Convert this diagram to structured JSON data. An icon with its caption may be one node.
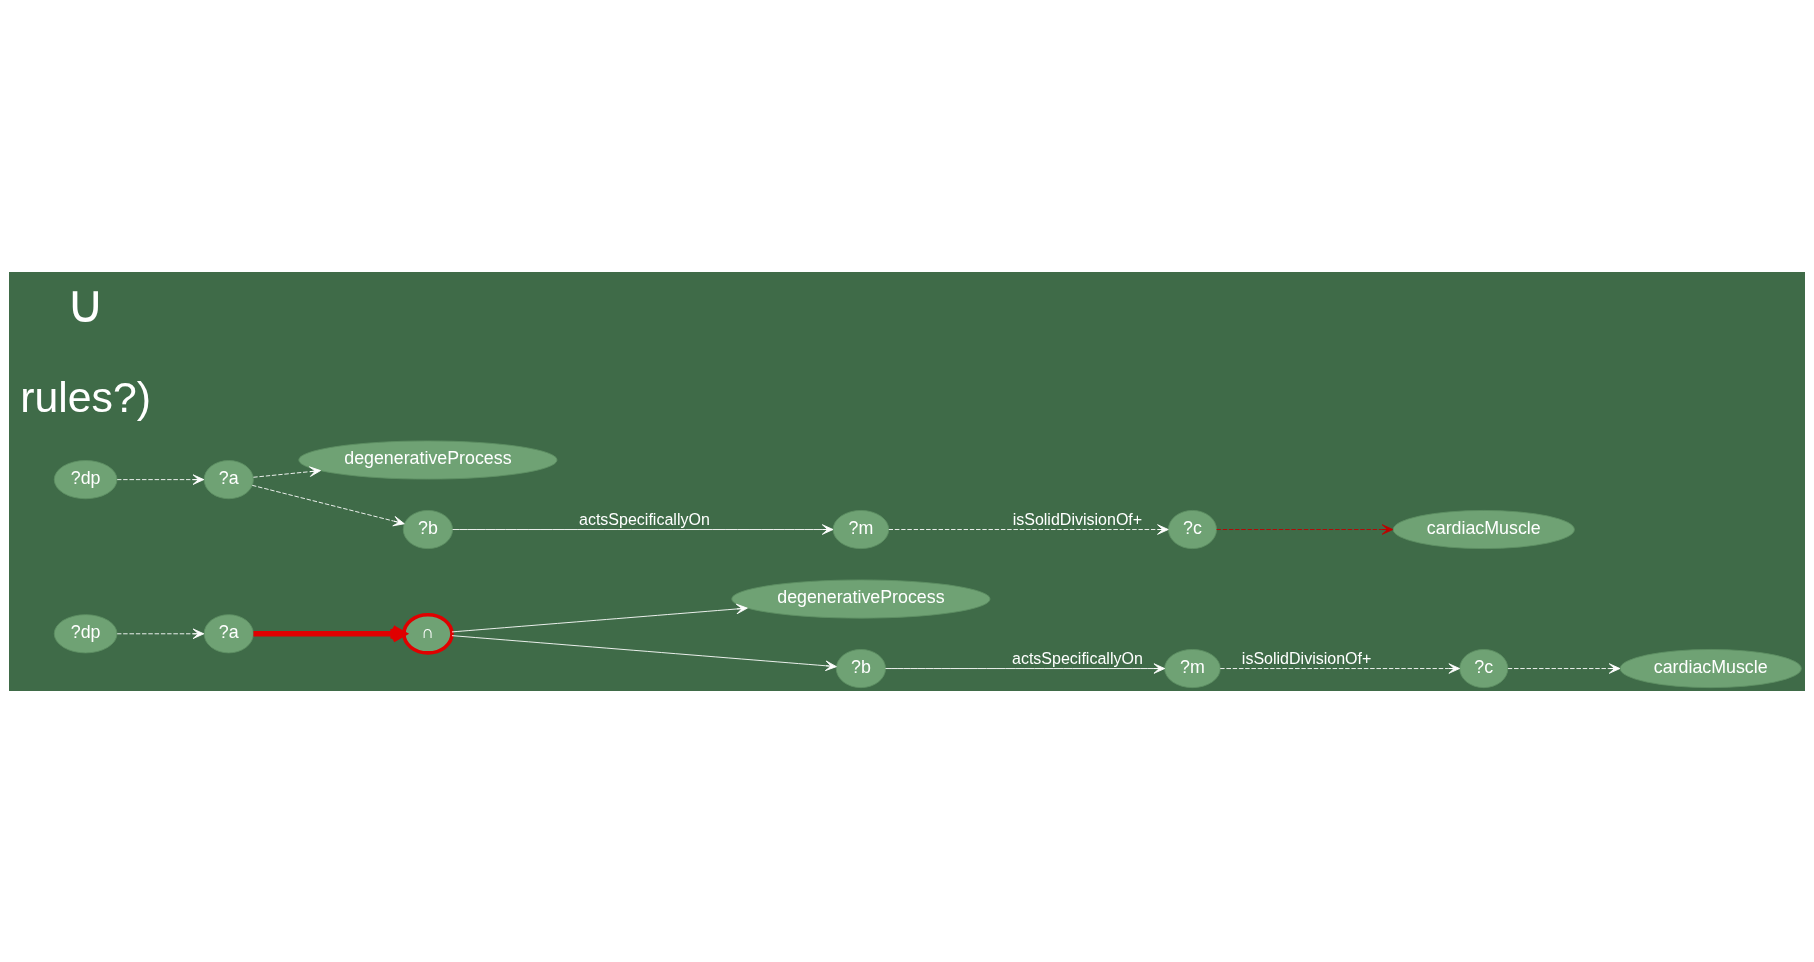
{
  "diagram": {
    "nodes": [
      {
        "text": [
          "degenerativeProcess"
        ]
      },
      {
        "text": [
          "∩"
        ]
      },
      {
        "text": [
          "?a"
        ]
      },
      {
        "text": [
          "?dp"
        ]
      },
      {
        "text": [
          "?m"
        ]
      },
      {
        "text": [
          "?c"
        ]
      },
      {
        "text": [
          "cardiacMuscle"
        ]
      },
      {
        "text": [
          "?b"
        ]
      },
      {
        "text": [
          "degenerativeProcess"
        ]
      },
      {
        "text": [
          "?c"
        ]
      },
      {
        "text": [
          "?a"
        ]
      },
      {
        "text": [
          "?m"
        ]
      },
      {
        "text": [
          "?dp"
        ]
      },
      {
        "text": [
          "cardiacMuscle"
        ]
      },
      {
        "text": [
          "?b"
        ]
      }
    ],
    "edges": [
      {
        "from": 3,
        "to": 2,
        "arrow": "to",
        "style": "dashed"
      },
      {
        "from": 2,
        "to": 1,
        "arrow": "to",
        "style": "thick",
        "color": "#e00000"
      },
      {
        "from": 1,
        "to": 0,
        "arrow": "to"
      },
      {
        "from": 1,
        "to": 7,
        "arrow": "to"
      },
      {
        "from": 7,
        "to": 4,
        "arrow": "to",
        "label": "actsSpecificallyOn"
      },
      {
        "from": 4,
        "to": 5,
        "arrow": "to",
        "style": "dashed",
        "label": "isSolidDivisionOf+"
      },
      {
        "from": 5,
        "to": 6,
        "arrow": "to",
        "style": "dashed"
      },
      {
        "from": 12,
        "to": 10,
        "arrow": "to",
        "style": "dashed"
      },
      {
        "from": 10,
        "to": 8,
        "arrow": "to",
        "style": "dashed"
      },
      {
        "from": 10,
        "to": 14,
        "arrow": "to",
        "style": "dashed"
      },
      {
        "from": 14,
        "to": 11,
        "arrow": "to",
        "label": "actsSpecificallyOn"
      },
      {
        "from": 11,
        "to": 9,
        "arrow": "to",
        "style": "dashed",
        "label": "isSolidDivisionOf+"
      },
      {
        "from": 9,
        "to": 13,
        "arrow": "to",
        "style": "dashed",
        "color": "#c00000"
      }
    ],
    "labels": [
      "rules?)",
      "∪"
    ]
  }
}
